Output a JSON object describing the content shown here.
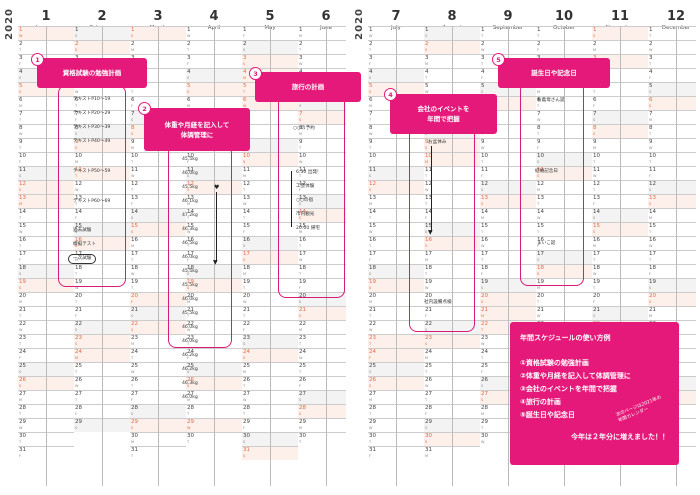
{
  "year": "2020",
  "months": [
    {
      "num": "1",
      "name": "January",
      "days": 31,
      "start": 3,
      "holidays": [
        1,
        13
      ]
    },
    {
      "num": "2",
      "name": "February",
      "days": 29,
      "start": 6,
      "holidays": [
        11,
        24
      ]
    },
    {
      "num": "3",
      "name": "March",
      "days": 31,
      "start": 0,
      "holidays": [
        20
      ]
    },
    {
      "num": "4",
      "name": "April",
      "days": 30,
      "start": 3,
      "holidays": [
        29
      ]
    },
    {
      "num": "5",
      "name": "May",
      "days": 31,
      "start": 5,
      "holidays": [
        3,
        4,
        5,
        6
      ]
    },
    {
      "num": "6",
      "name": "June",
      "days": 30,
      "start": 1,
      "holidays": []
    },
    {
      "num": "7",
      "name": "July",
      "days": 31,
      "start": 3,
      "holidays": [
        23,
        24
      ]
    },
    {
      "num": "8",
      "name": "August",
      "days": 31,
      "start": 6,
      "holidays": [
        10
      ]
    },
    {
      "num": "9",
      "name": "September",
      "days": 30,
      "start": 2,
      "holidays": [
        21,
        22
      ]
    },
    {
      "num": "10",
      "name": "October",
      "days": 31,
      "start": 4,
      "holidays": []
    },
    {
      "num": "11",
      "name": "November",
      "days": 30,
      "start": 0,
      "holidays": [
        3,
        23
      ]
    },
    {
      "num": "12",
      "name": "December",
      "days": 31,
      "start": 2,
      "holidays": []
    }
  ],
  "weekday_letters": [
    "S",
    "M",
    "T",
    "W",
    "T",
    "F",
    "S"
  ],
  "sections": [
    {
      "number": "1",
      "label": "資格試験の勉強計画"
    },
    {
      "number": "2",
      "label": "体重や月経を記入して\n体調管理に"
    },
    {
      "number": "3",
      "label": "旅行の計画"
    },
    {
      "number": "4",
      "label": "会社のイベントを\n年間で把握"
    },
    {
      "number": "5",
      "label": "誕生日や記念日"
    }
  ],
  "notes": {
    "study": [
      "テキストP10〜19",
      "テキストP20〜29",
      "テキストP30〜39",
      "テキストP40〜49",
      "テキストP50〜59",
      "テキストP60〜69",
      "過去試験",
      "模擬テスト",
      "一次試験"
    ],
    "weight": [
      "45.5kg",
      "46.0kg",
      "45.5kg",
      "46.1kg",
      "47.2kg",
      "46.3kg",
      "46.5kg",
      "46.0kg",
      "45.5kg",
      "45.5kg",
      "46.0kg",
      "45.5kg",
      "46.0kg",
      "46.0kg",
      "46.2kg",
      "46.2kg",
      "46.3kg",
      "46.0kg"
    ],
    "trip": [
      "○○の予約",
      "6:30 出発!",
      "工芸体験",
      "○○の宿",
      "市内観光",
      "20:00 帰宅"
    ],
    "company": [
      "お盆休み",
      "社内設備点検"
    ],
    "birthday": [
      "お義母さん誕",
      "結婚記念日",
      "まいこ誕"
    ]
  },
  "info": {
    "title": "年間スケジュールの使い方例",
    "items": [
      "①資格試験の勉強計画",
      "②体重や月経を記入して体調管理に",
      "③会社のイベントを年間で把握",
      "④旅行の計画",
      "⑤誕生日や記念日"
    ],
    "note": "次のページは2021年の\n年間カレンダー",
    "footer": "今年は２年分に増えました！！"
  },
  "colors": {
    "accent": "#e5197a",
    "holiday": "#e2694b",
    "weekend": "#f3f3f3"
  }
}
